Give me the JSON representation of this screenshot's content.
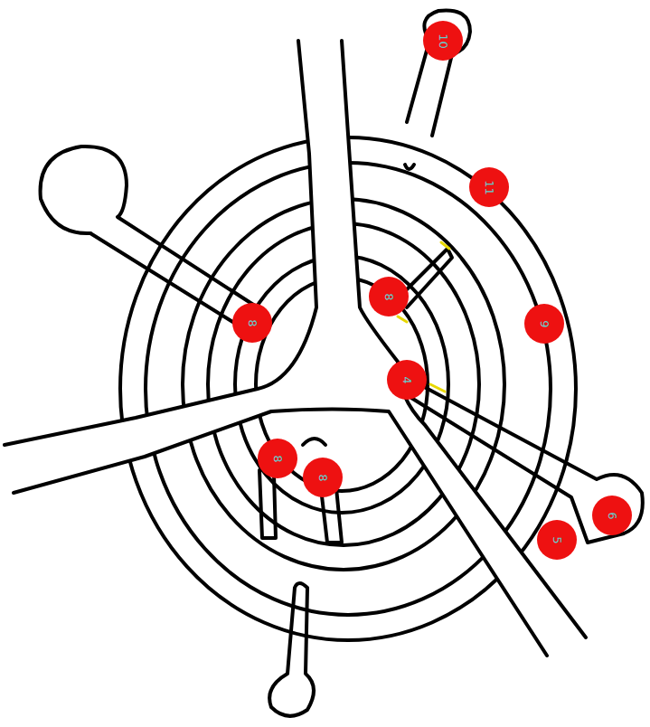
{
  "diagram": {
    "nodes": [
      {
        "text": [
          "10"
        ]
      },
      {
        "text": [
          "11"
        ]
      },
      {
        "text": [
          "8"
        ]
      },
      {
        "text": [
          "8"
        ]
      },
      {
        "text": [
          "9"
        ]
      },
      {
        "text": [
          "4"
        ]
      },
      {
        "text": [
          "8"
        ]
      },
      {
        "text": [
          "8"
        ]
      },
      {
        "text": [
          "6"
        ]
      },
      {
        "text": [
          "5"
        ]
      }
    ]
  }
}
